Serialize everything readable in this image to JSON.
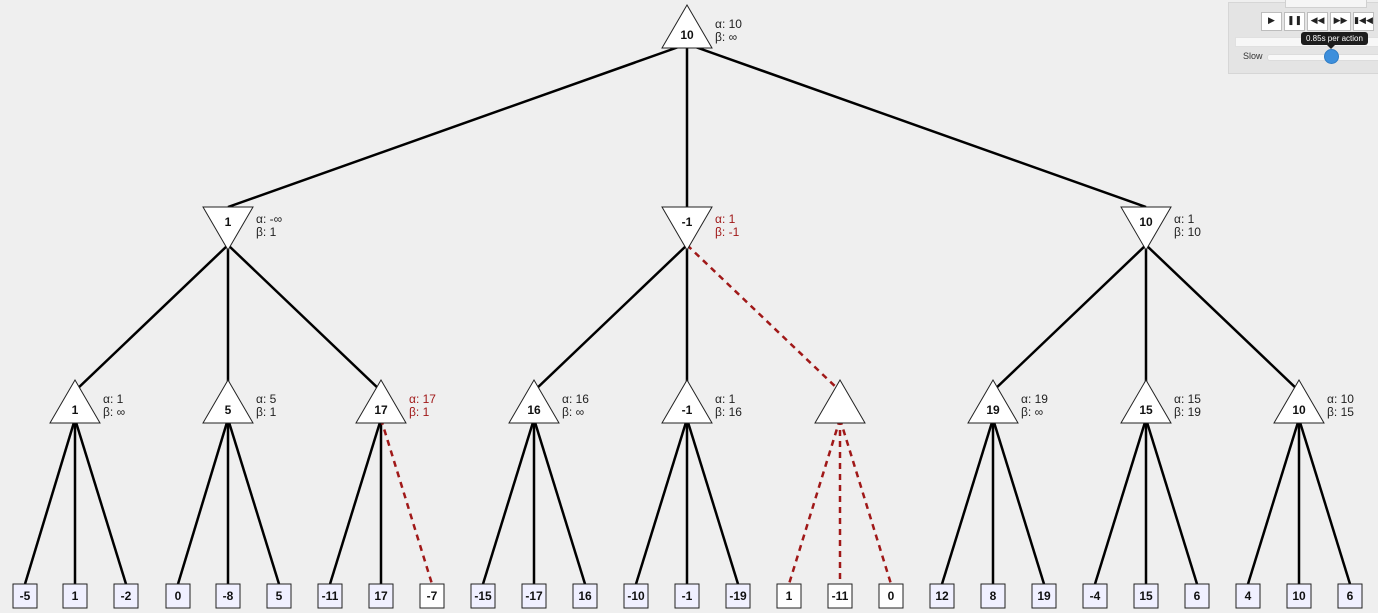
{
  "controls": {
    "play_icon": "play-icon",
    "pause_icon": "pause-icon",
    "step_back_icon": "step-back-icon",
    "step_forward_icon": "step-forward-icon",
    "skip_end_icon": "skip-to-end-icon",
    "speed_tooltip": "0.85s per action",
    "slow_label": "Slow",
    "speed_seconds": 0.85
  },
  "colors": {
    "pruned": "#a01818",
    "edge": "#000000",
    "slider_thumb": "#3d8fdc",
    "background": "#efefef"
  },
  "tree": {
    "root": {
      "type": "max",
      "value": "10",
      "alpha": "α: 10",
      "beta": "β: ∞",
      "ab_pruned": false
    },
    "level1": [
      {
        "type": "min",
        "value": "1",
        "alpha": "α: -∞",
        "beta": "β: 1",
        "ab_pruned": false,
        "edge_pruned": false
      },
      {
        "type": "min",
        "value": "-1",
        "alpha": "α: 1",
        "beta": "β: -1",
        "ab_pruned": true,
        "edge_pruned": false
      },
      {
        "type": "min",
        "value": "10",
        "alpha": "α: 1",
        "beta": "β: 10",
        "ab_pruned": false,
        "edge_pruned": false
      }
    ],
    "level2": [
      {
        "type": "max",
        "value": "1",
        "alpha": "α: 1",
        "beta": "β: ∞",
        "ab_pruned": false,
        "edge_pruned": false
      },
      {
        "type": "max",
        "value": "5",
        "alpha": "α: 5",
        "beta": "β: 1",
        "ab_pruned": false,
        "edge_pruned": false
      },
      {
        "type": "max",
        "value": "17",
        "alpha": "α: 17",
        "beta": "β: 1",
        "ab_pruned": true,
        "edge_pruned": false
      },
      {
        "type": "max",
        "value": "16",
        "alpha": "α: 16",
        "beta": "β: ∞",
        "ab_pruned": false,
        "edge_pruned": false
      },
      {
        "type": "max",
        "value": "-1",
        "alpha": "α: 1",
        "beta": "β: 16",
        "ab_pruned": false,
        "edge_pruned": false
      },
      {
        "type": "max",
        "value": "",
        "alpha": "",
        "beta": "",
        "ab_pruned": false,
        "edge_pruned": true
      },
      {
        "type": "max",
        "value": "19",
        "alpha": "α: 19",
        "beta": "β: ∞",
        "ab_pruned": false,
        "edge_pruned": false
      },
      {
        "type": "max",
        "value": "15",
        "alpha": "α: 15",
        "beta": "β: 19",
        "ab_pruned": false,
        "edge_pruned": false
      },
      {
        "type": "max",
        "value": "10",
        "alpha": "α: 10",
        "beta": "β: 15",
        "ab_pruned": false,
        "edge_pruned": false
      }
    ],
    "leaves": [
      {
        "value": "-5",
        "edge_pruned": false,
        "highlighted": true
      },
      {
        "value": "1",
        "edge_pruned": false,
        "highlighted": true
      },
      {
        "value": "-2",
        "edge_pruned": false,
        "highlighted": true
      },
      {
        "value": "0",
        "edge_pruned": false,
        "highlighted": true
      },
      {
        "value": "-8",
        "edge_pruned": false,
        "highlighted": true
      },
      {
        "value": "5",
        "edge_pruned": false,
        "highlighted": true
      },
      {
        "value": "-11",
        "edge_pruned": false,
        "highlighted": true
      },
      {
        "value": "17",
        "edge_pruned": false,
        "highlighted": true
      },
      {
        "value": "-7",
        "edge_pruned": true,
        "highlighted": false
      },
      {
        "value": "-15",
        "edge_pruned": false,
        "highlighted": true
      },
      {
        "value": "-17",
        "edge_pruned": false,
        "highlighted": true
      },
      {
        "value": "16",
        "edge_pruned": false,
        "highlighted": true
      },
      {
        "value": "-10",
        "edge_pruned": false,
        "highlighted": true
      },
      {
        "value": "-1",
        "edge_pruned": false,
        "highlighted": true
      },
      {
        "value": "-19",
        "edge_pruned": false,
        "highlighted": true
      },
      {
        "value": "1",
        "edge_pruned": true,
        "highlighted": false
      },
      {
        "value": "-11",
        "edge_pruned": true,
        "highlighted": false
      },
      {
        "value": "0",
        "edge_pruned": true,
        "highlighted": false
      },
      {
        "value": "12",
        "edge_pruned": false,
        "highlighted": true
      },
      {
        "value": "8",
        "edge_pruned": false,
        "highlighted": true
      },
      {
        "value": "19",
        "edge_pruned": false,
        "highlighted": true
      },
      {
        "value": "-4",
        "edge_pruned": false,
        "highlighted": true
      },
      {
        "value": "15",
        "edge_pruned": false,
        "highlighted": true
      },
      {
        "value": "6",
        "edge_pruned": false,
        "highlighted": true
      },
      {
        "value": "4",
        "edge_pruned": false,
        "highlighted": true
      },
      {
        "value": "10",
        "edge_pruned": false,
        "highlighted": true
      },
      {
        "value": "6",
        "edge_pruned": false,
        "highlighted": true
      }
    ]
  }
}
